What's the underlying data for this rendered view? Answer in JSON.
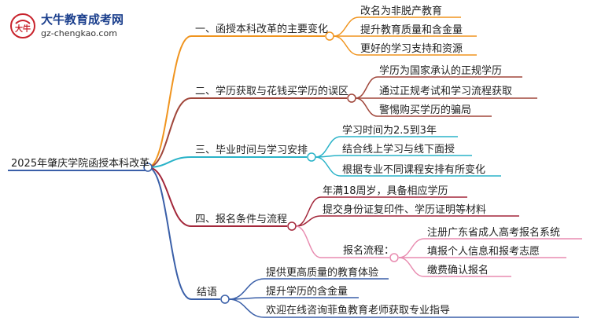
{
  "logo": {
    "title": "大牛教育成考网",
    "url": "gz-chengkao.com",
    "mark_text": "大牛"
  },
  "root": "2025年肇庆学院函授本科改革",
  "branches": [
    {
      "label": "一、函授本科改革的主要变化",
      "color": "#f0941e",
      "items": [
        "改名为非脱产教育",
        "提升教育质量和含金量",
        "更好的学习支持和资源"
      ]
    },
    {
      "label": "二、学历获取与花钱买学历的误区",
      "color": "#a0463a",
      "items": [
        "学历为国家承认的正规学历",
        "通过正规考试和学习流程获取",
        "警惕购买学历的骗局"
      ]
    },
    {
      "label": "三、毕业时间与学习安排",
      "color": "#2ab3c8",
      "items": [
        "学习时间为2.5到3年",
        "结合线上学习与线下面授",
        "根据专业不同课程安排有所变化"
      ]
    },
    {
      "label": "四、报名条件与流程",
      "color": "#a3273a",
      "items": [
        "年满18周岁，具备相应学历",
        "提交身份证复印件、学历证明等材料"
      ],
      "sub": {
        "label": "报名流程：",
        "color": "#e88cb0",
        "items": [
          "注册广东省成人高考报名系统",
          "填报个人信息和报考志愿",
          "缴费确认报名"
        ]
      }
    },
    {
      "label": "结语",
      "color": "#3a5fa8",
      "items": [
        "提供更高质量的教育体验",
        "提升学历的含金量",
        "欢迎在线咨询菲鱼教育老师获取专业指导"
      ]
    }
  ]
}
